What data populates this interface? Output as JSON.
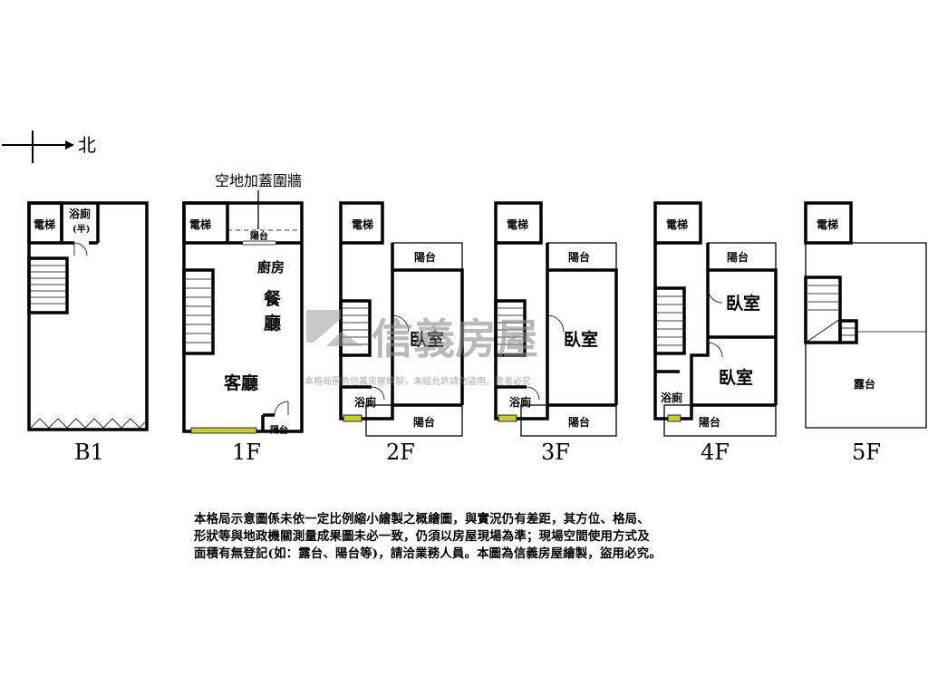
{
  "compass": {
    "label": "北"
  },
  "annotation": {
    "label": "空地加蓋圍牆"
  },
  "floors": [
    {
      "id": "B1",
      "label": "B1",
      "rooms": [
        "電梯",
        "浴廁",
        "(半)"
      ]
    },
    {
      "id": "1F",
      "label": "1F",
      "rooms": [
        "電梯",
        "陽台",
        "廚房",
        "餐",
        "廳",
        "客廳",
        "陽台"
      ]
    },
    {
      "id": "2F",
      "label": "2F",
      "rooms": [
        "電梯",
        "陽台",
        "臥室",
        "浴廁",
        "陽台"
      ]
    },
    {
      "id": "3F",
      "label": "3F",
      "rooms": [
        "電梯",
        "陽台",
        "臥室",
        "浴廁",
        "陽台"
      ]
    },
    {
      "id": "4F",
      "label": "4F",
      "rooms": [
        "電梯",
        "陽台",
        "臥室",
        "臥室",
        "浴廁",
        "陽台"
      ]
    },
    {
      "id": "5F",
      "label": "5F",
      "rooms": [
        "電梯",
        "露台"
      ]
    }
  ],
  "watermark": {
    "brand": "信義房屋",
    "notice": "本格局圖為信義房屋繪製，未經允許請勿盜用，違者必究"
  },
  "disclaimer": {
    "lines": [
      "本格局示意圖係未依一定比例縮小繪製之概繪圖，與實況仍有差距，其方位、格局、",
      "形狀等與地政機關測量成果圖未必一致，仍須以房屋現場為準；現場空間使用方式及",
      "面積有無登記(如：露台、陽台等)，請洽業務人員。本圖為信義房屋繪製，盜用必究。"
    ]
  },
  "colors": {
    "window_frame": "#c9c93a",
    "watermark": "#8c8c8c"
  }
}
